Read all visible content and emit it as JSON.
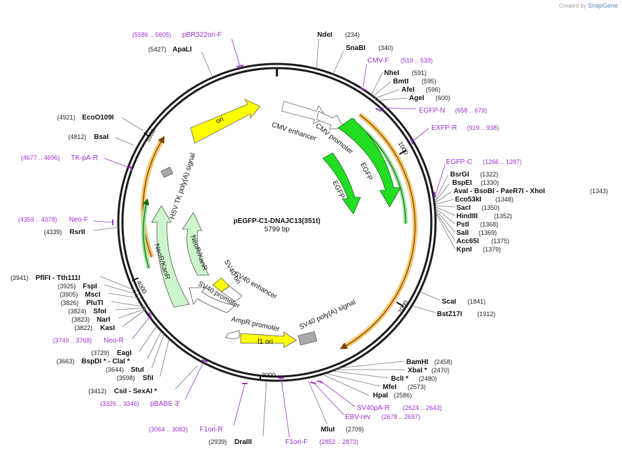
{
  "credit": {
    "prefix": "Created by",
    "brand": "SnapGene"
  },
  "plasmid": {
    "name": "pEGFP-C1-DNAJC13(351t)",
    "size": "5799 bp"
  },
  "ticks": [
    "1000",
    "2000",
    "3000",
    "4000",
    "5000"
  ],
  "features": {
    "ori": "ori",
    "cmv_enhancer": "CMV enhancer",
    "cmv_promoter": "CMV promoter",
    "egfp_outer": "EGFP",
    "egfp_inner": "EGFP",
    "hsv_tk": "HSV TK poly(A) signal",
    "neo_outer": "NeoR/KanR",
    "neo_inner": "NeoR/KanR",
    "sv40_ori": "SV40 ori",
    "sv40_enhancer": "SV40 enhancer",
    "sv40_promoter": "SV40 promoter",
    "ampr_promoter": "AmpR promoter",
    "f1_ori": "f1 ori",
    "sv40_polya": "SV40 poly(A) signal"
  },
  "sites": {
    "ndei": {
      "name": "NdeI",
      "pos": "(234)"
    },
    "snabi": {
      "name": "SnaBI",
      "pos": "(340)"
    },
    "nhei": {
      "name": "NheI",
      "pos": "(591)"
    },
    "bmti": {
      "name": "BmtI",
      "pos": "(595)"
    },
    "afei": {
      "name": "AfeI",
      "pos": "(596)"
    },
    "agei": {
      "name": "AgeI",
      "pos": "(600)"
    },
    "bsrgi": {
      "name": "BsrGI",
      "pos": "(1322)"
    },
    "bspei": {
      "name": "BspEI",
      "pos": "(1330)"
    },
    "avai": {
      "name": "AvaI - BsoBI - PaeR7I - XhoI",
      "pos": "(1343)"
    },
    "eco53ki": {
      "name": "Eco53kI",
      "pos": "(1348)"
    },
    "saci": {
      "name": "SacI",
      "pos": "(1350)"
    },
    "hindiii": {
      "name": "HindIII",
      "pos": "(1352)"
    },
    "psti": {
      "name": "PstI",
      "pos": "(1368)"
    },
    "sali": {
      "name": "SalI",
      "pos": "(1369)"
    },
    "acc65i": {
      "name": "Acc65I",
      "pos": "(1375)"
    },
    "kpni": {
      "name": "KpnI",
      "pos": "(1379)"
    },
    "scai": {
      "name": "ScaI",
      "pos": "(1841)"
    },
    "bstz17i": {
      "name": "BstZ17I",
      "pos": "(1912)"
    },
    "bamhi": {
      "name": "BamHI",
      "pos": "(2458)"
    },
    "xbai": {
      "name": "XbaI *",
      "pos": "(2470)"
    },
    "bcli": {
      "name": "BclI *",
      "pos": "(2480)"
    },
    "mfei": {
      "name": "MfeI",
      "pos": "(2573)"
    },
    "hpai": {
      "name": "HpaI",
      "pos": "(2586)"
    },
    "mlui": {
      "name": "MluI",
      "pos": "(2709)"
    },
    "draiii": {
      "name": "DraIII",
      "pos": "(2939)"
    },
    "csii": {
      "name": "CsiI - SexAI *",
      "pos": "(3412)"
    },
    "sfii": {
      "name": "SfiI",
      "pos": "(3598)"
    },
    "stui": {
      "name": "StuI",
      "pos": "(3644)"
    },
    "bspdi": {
      "name": "BspDI * - ClaI *",
      "pos": "(3663)"
    },
    "eagi": {
      "name": "EagI",
      "pos": "(3729)"
    },
    "kasi": {
      "name": "KasI",
      "pos": "(3822)"
    },
    "nari": {
      "name": "NarI",
      "pos": "(3823)"
    },
    "sfoi": {
      "name": "SfoI",
      "pos": "(3824)"
    },
    "plutI": {
      "name": "PluTI",
      "pos": "(3826)"
    },
    "msci": {
      "name": "MscI",
      "pos": "(3905)"
    },
    "fspi": {
      "name": "FspI",
      "pos": "(3925)"
    },
    "pflfi": {
      "name": "PflFI - Tth111I",
      "pos": "(3941)"
    },
    "rsrii": {
      "name": "RsrII",
      "pos": "(4339)"
    },
    "bsai": {
      "name": "BsaI",
      "pos": "(4812)"
    },
    "ecoo109i": {
      "name": "EcoO109I",
      "pos": "(4921)"
    },
    "apali": {
      "name": "ApaLI",
      "pos": "(5427)"
    }
  },
  "primers": {
    "pbr322": {
      "name": "pBR322ori-F",
      "range": "(5586 .. 5605)"
    },
    "cmvf": {
      "name": "CMV-F",
      "range": "(519 .. 539)"
    },
    "egfpn": {
      "name": "EGFP-N",
      "range": "(658 .. 679)"
    },
    "exfpr": {
      "name": "EXFP-R",
      "range": "(919 .. 938)"
    },
    "egfpc": {
      "name": "EGFP-C",
      "range": "(1266 .. 1287)"
    },
    "tkpar": {
      "name": "TK-pA-R",
      "range": "(4677 .. 4696)"
    },
    "neof": {
      "name": "Neo-F",
      "range": "(4359 .. 4378)"
    },
    "neor": {
      "name": "Neo-R",
      "range": "(3749 .. 3768)"
    },
    "pbabe": {
      "name": "pBABE 3'",
      "range": "(3326 .. 3346)"
    },
    "f1orir": {
      "name": "F1ori-R",
      "range": "(3064 .. 3083)"
    },
    "f1orif": {
      "name": "F1ori-F",
      "range": "(2852 .. 2873)"
    },
    "ebvrev": {
      "name": "EBV-rev",
      "range": "(2678 .. 2697)"
    },
    "sv40par": {
      "name": "SV40pA-R",
      "range": "(2624 .. 2643)"
    }
  },
  "colors": {
    "backbone": "#1a1a1a",
    "egfp": "#22dd22",
    "ori": "#ffff00",
    "neo": "#ccf5cc",
    "promoter": "#ffffff",
    "polya": "#a9a9a9",
    "orange_orf": "#f6c56a",
    "primer": "#9b30d0"
  }
}
